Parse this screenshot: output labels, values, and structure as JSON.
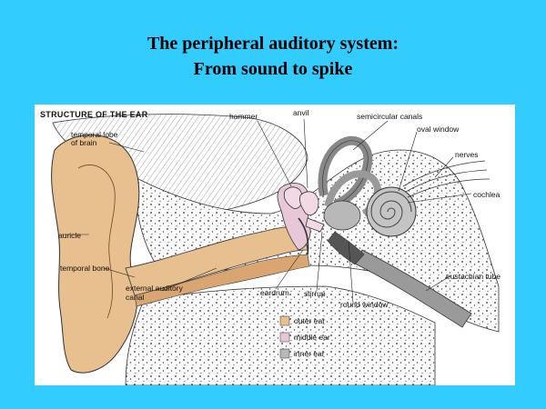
{
  "slide": {
    "title_line1": "The peripheral auditory system:",
    "title_line2": "From sound to spike",
    "background_color": "#33ccff"
  },
  "figure": {
    "heading": "STRUCTURE OF THE EAR",
    "labels": {
      "temporal_lobe_line1": "temporal lobe",
      "temporal_lobe_line2": "of brain",
      "hammer": "hammer",
      "anvil": "anvil",
      "semicircular_canals": "semicircular canals",
      "oval_window": "oval window",
      "nerves": "nerves",
      "cochlea": "cochlea",
      "auricle": "auricle",
      "temporal_bone": "temporal bone",
      "external_canal_line1": "external auditory",
      "external_canal_line2": "canal",
      "eustachian_tube": "eustachian tube",
      "eardrum": "eardrum",
      "stirrup": "stirrup",
      "round_window": "round window"
    },
    "legend": [
      {
        "label": "outer ear",
        "color": "#e8bf8f"
      },
      {
        "label": "middle ear",
        "color": "#e8c8d8"
      },
      {
        "label": "inner ear",
        "color": "#b8b8b8"
      }
    ]
  }
}
